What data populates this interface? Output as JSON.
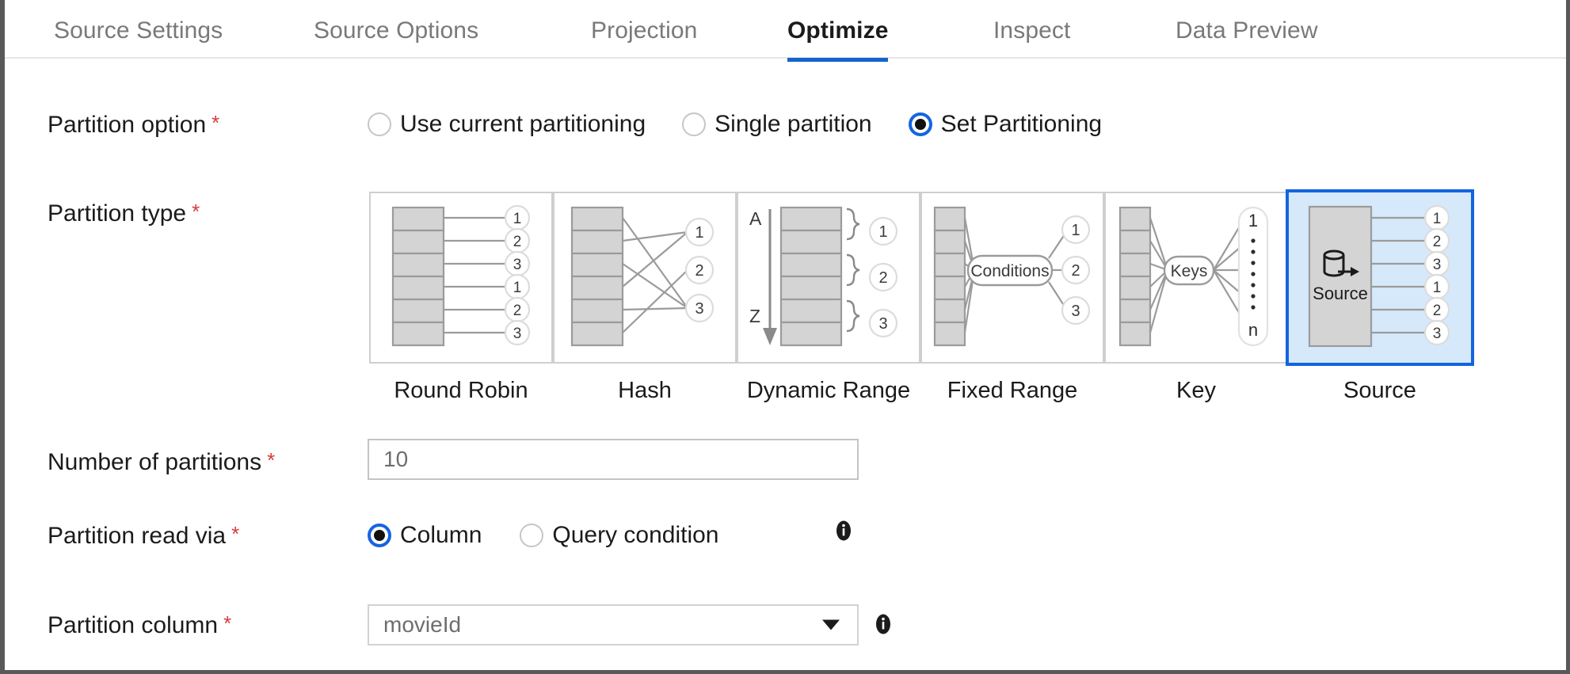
{
  "tabs": [
    {
      "label": "Source Settings",
      "active": false
    },
    {
      "label": "Source Options",
      "active": false
    },
    {
      "label": "Projection",
      "active": false
    },
    {
      "label": "Optimize",
      "active": true
    },
    {
      "label": "Inspect",
      "active": false
    },
    {
      "label": "Data Preview",
      "active": false
    }
  ],
  "form": {
    "partition_option": {
      "label": "Partition option",
      "required": "*",
      "options": [
        {
          "label": "Use current partitioning",
          "checked": false
        },
        {
          "label": "Single partition",
          "checked": false
        },
        {
          "label": "Set Partitioning",
          "checked": true
        }
      ]
    },
    "partition_type": {
      "label": "Partition type",
      "required": "*",
      "tiles": [
        {
          "label": "Round Robin",
          "icon": "round-robin-diagram",
          "selected": false
        },
        {
          "label": "Hash",
          "icon": "hash-diagram",
          "selected": false
        },
        {
          "label": "Dynamic Range",
          "icon": "dynamic-range-diagram",
          "selected": false
        },
        {
          "label": "Fixed Range",
          "icon": "fixed-range-diagram",
          "selected": false
        },
        {
          "label": "Key",
          "icon": "key-diagram",
          "selected": false
        },
        {
          "label": "Source",
          "icon": "source-diagram",
          "selected": true
        }
      ],
      "diagram_text": {
        "dynamic_range_top": "A",
        "dynamic_range_bottom": "Z",
        "fixed_range_node": "Conditions",
        "key_node": "Keys",
        "key_output_top": "1",
        "key_output_bottom": "n",
        "source_node": "Source",
        "outputs_round_robin": [
          "1",
          "2",
          "3",
          "1",
          "2",
          "3"
        ],
        "outputs_hash": [
          "1",
          "2",
          "3"
        ],
        "outputs_dynamic_range": [
          "1",
          "2",
          "3"
        ],
        "outputs_fixed_range": [
          "1",
          "2",
          "3"
        ],
        "outputs_source": [
          "1",
          "2",
          "3",
          "1",
          "2",
          "3"
        ]
      }
    },
    "number_of_partitions": {
      "label": "Number of partitions",
      "required": "*",
      "value": "10"
    },
    "partition_read_via": {
      "label": "Partition read via",
      "required": "*",
      "options": [
        {
          "label": "Column",
          "checked": true
        },
        {
          "label": "Query condition",
          "checked": false
        }
      ],
      "info": "info-icon"
    },
    "partition_column": {
      "label": "Partition column",
      "required": "*",
      "value": "movieId",
      "info": "info-icon"
    }
  },
  "colors": {
    "accent": "#1464e0",
    "required": "#d63b3b",
    "tile_selected_bg": "#d6e9fb",
    "tab_inactive": "#797979"
  }
}
